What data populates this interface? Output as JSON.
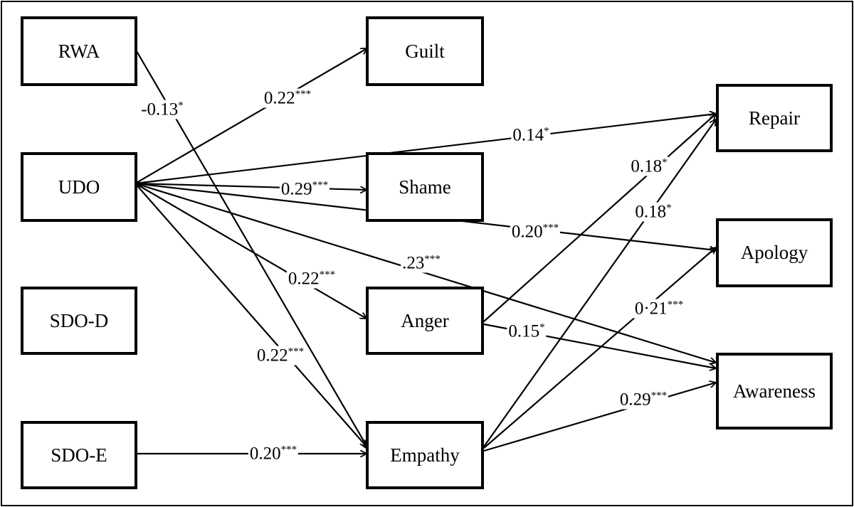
{
  "nodes": {
    "rwa": "RWA",
    "udo": "UDO",
    "sdo_d": "SDO-D",
    "sdo_e": "SDO-E",
    "guilt": "Guilt",
    "shame": "Shame",
    "anger": "Anger",
    "empathy": "Empathy",
    "repair": "Repair",
    "apology": "Apology",
    "awareness": "Awareness"
  },
  "edges": {
    "rwa_empathy": {
      "value": "-0.13",
      "sig": "*"
    },
    "udo_guilt": {
      "value": "0.22",
      "sig": "***"
    },
    "udo_repair": {
      "value": "0.14",
      "sig": "*"
    },
    "udo_shame": {
      "value": "0.29",
      "sig": "***"
    },
    "udo_apology": {
      "value": "0.20",
      "sig": "***"
    },
    "udo_awareness": {
      "value": ".23",
      "sig": "***"
    },
    "udo_anger": {
      "value": "0.22",
      "sig": "***"
    },
    "udo_empathy": {
      "value": "0.22",
      "sig": "***"
    },
    "sdoe_empathy": {
      "value": "0.20",
      "sig": "***"
    },
    "anger_repair": {
      "value": "0.18",
      "sig": "*"
    },
    "empathy_repair": {
      "value": "0.18",
      "sig": "*"
    },
    "empathy_apology": {
      "value": "0·21",
      "sig": "***"
    },
    "anger_awareness": {
      "value": "0.15",
      "sig": "*"
    },
    "empathy_awareness": {
      "value": "0.29",
      "sig": "***"
    }
  }
}
